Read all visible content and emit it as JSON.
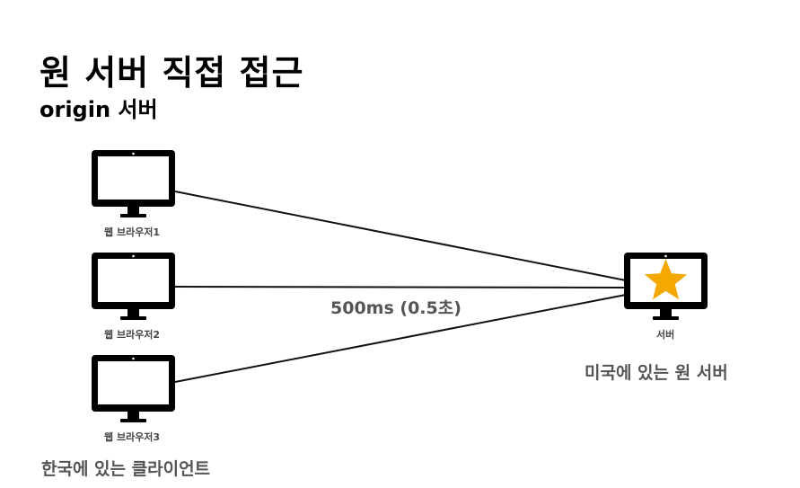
{
  "title": "원 서버 직접 접근",
  "subtitle": "origin 서버",
  "clients": [
    {
      "label": "웹 브라우저1"
    },
    {
      "label": "웹 브라우저2"
    },
    {
      "label": "웹 브라우저3"
    }
  ],
  "server": {
    "label": "서버",
    "icon": "star-icon",
    "star_color": "#F5A800"
  },
  "latency_label": "500ms (0.5초)",
  "server_note": "미국에 있는 원 서버",
  "client_note": "한국에 있는 클라이언트"
}
